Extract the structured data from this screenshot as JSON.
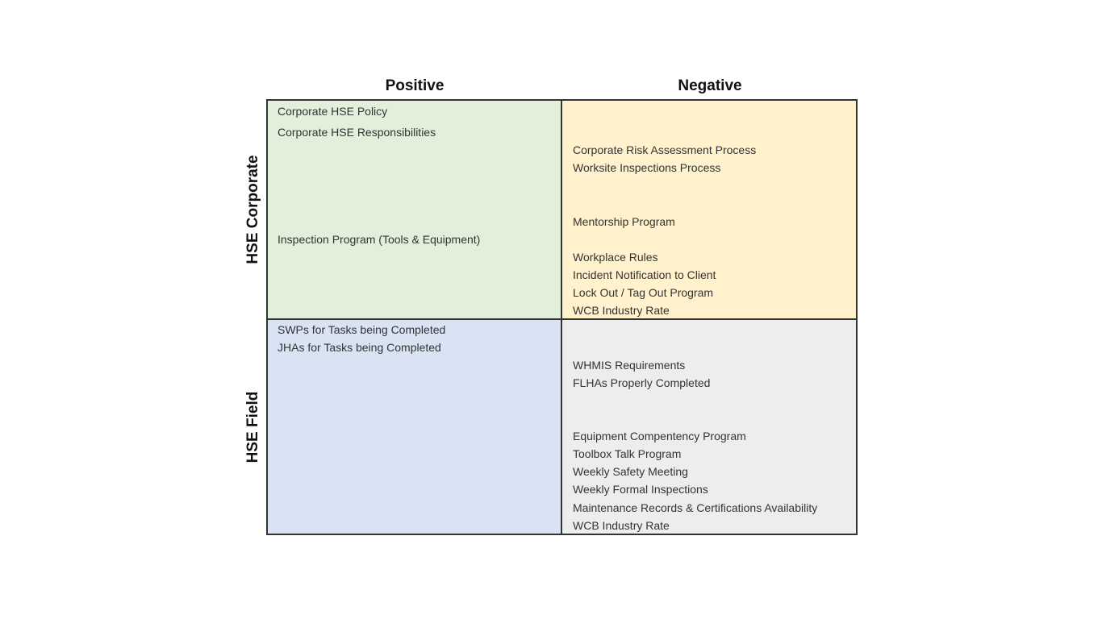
{
  "columns": [
    "Positive",
    "Negative"
  ],
  "rows": [
    "HSE Corporate",
    "HSE Field"
  ],
  "colors": {
    "corporate_positive": "#e2efda",
    "corporate_negative": "#fff2cc",
    "field_positive": "#dae3f3",
    "field_negative": "#ededed",
    "border": "#333333"
  },
  "quadrants": {
    "corporate_positive": [
      "Corporate HSE Policy",
      "Corporate HSE Responsibilities",
      "Inspection Program (Tools & Equipment)"
    ],
    "corporate_negative": [
      "Corporate Risk Assessment Process",
      "Worksite Inspections Process",
      "Mentorship Program",
      "Workplace Rules",
      "Incident Notification to Client",
      "Lock Out / Tag Out Program",
      "WCB Industry Rate"
    ],
    "field_positive": [
      "SWPs for Tasks being Completed",
      "JHAs for Tasks being Completed"
    ],
    "field_negative": [
      "WHMIS Requirements",
      "FLHAs Properly Completed",
      "Equipment Compentency Program",
      "Toolbox Talk Program",
      "Weekly Safety Meeting",
      "Weekly Formal Inspections",
      "Maintenance Records & Certifications Availability",
      "WCB Industry Rate"
    ]
  }
}
